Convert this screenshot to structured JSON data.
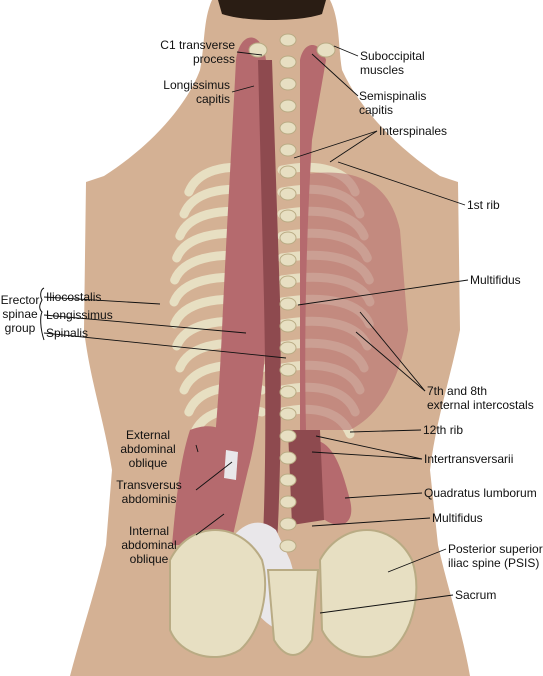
{
  "colors": {
    "background": "#ffffff",
    "skin": "#d4b194",
    "skin_shadow": "#b08f73",
    "muscle": "#b56a6e",
    "muscle_dark": "#8e4a4f",
    "bone": "#e7dfc2",
    "bone_shadow": "#b9ab84",
    "fascia": "#e9e7ea",
    "hair": "#2a1d14",
    "leader": "#111111"
  },
  "labels": {
    "c1_transverse_process": "C1 transverse\nprocess",
    "longissimus_capitis": "Longissimus\ncapitis",
    "suboccipital_muscles": "Suboccipital\nmuscles",
    "semispinalis_capitis": "Semispinalis\ncapitis",
    "interspinales": "Interspinales",
    "first_rib": "1st rib",
    "multifidus_upper": "Multifidus",
    "erector_spinae_group": "Erector\nspinae\ngroup",
    "iliocostalis": "Iliocostalis",
    "longissimus": "Longissimus",
    "spinalis": "Spinalis",
    "external_intercostals": "7th and 8th\nexternal intercostals",
    "twelfth_rib": "12th rib",
    "external_abdominal_oblique": "External\nabdominal\noblique",
    "intertransversarii": "Intertransversarii",
    "transversus_abdominis": "Transversus\nabdominis",
    "quadratus_lumborum": "Quadratus lumborum",
    "multifidus_lower": "Multifidus",
    "internal_abdominal_oblique": "Internal\nabdominal\noblique",
    "psis": "Posterior superior\niliac spine (PSIS)",
    "sacrum": "Sacrum"
  }
}
